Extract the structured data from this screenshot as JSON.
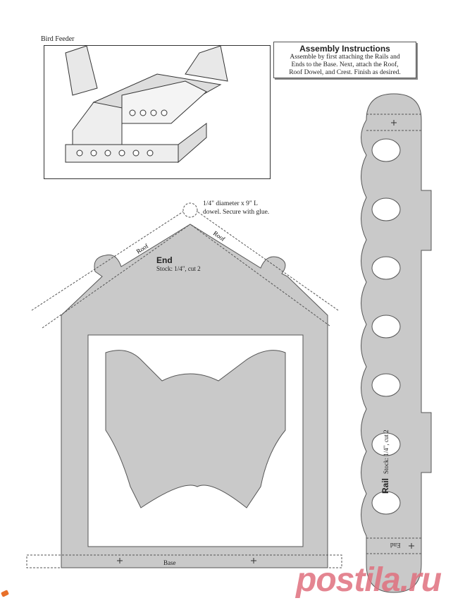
{
  "preview": {
    "label": "Bird Feeder"
  },
  "assembly": {
    "title": "Assembly Instructions",
    "lines": [
      "Assemble by first attaching the Rails and",
      "Ends to the Base. Next, attach the Roof,",
      "Roof Dowel, and Crest. Finish as desired."
    ]
  },
  "dowel_note": {
    "line1": "1/4\" diameter x 9\" L",
    "line2": "dowel. Secure with glue."
  },
  "end_part": {
    "title": "End",
    "stock": "Stock: 1/4\", cut 2",
    "roof_left": "Roof",
    "roof_right": "Roof"
  },
  "base_part": {
    "label": "Base"
  },
  "rail_part": {
    "title": "Rail",
    "stock": "Stock: 1/4\", cut 2",
    "end_label": "End"
  },
  "watermark": "postila.ru",
  "colors": {
    "part_fill": "#c9c9c9",
    "outline": "#555555",
    "watermark": "#e0707e"
  }
}
